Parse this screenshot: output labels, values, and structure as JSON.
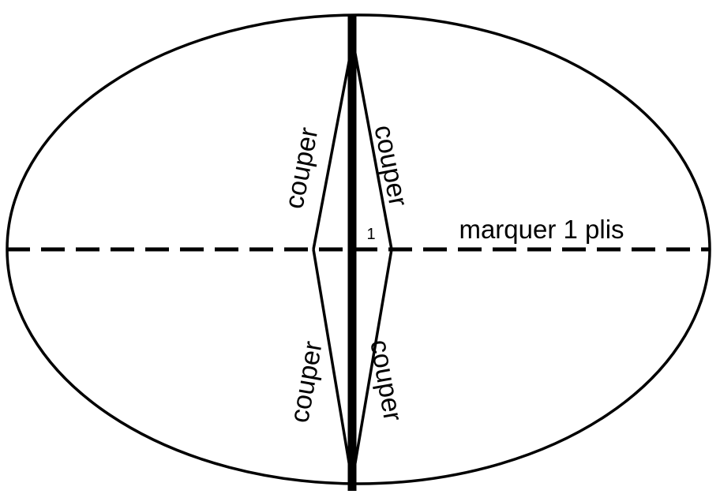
{
  "diagram": {
    "labels": {
      "cut_upper_left": "couper",
      "cut_upper_right": "couper",
      "cut_lower_left": "couper",
      "cut_lower_right": "couper",
      "fold_line": "marquer 1 plis",
      "fold_number": "1"
    },
    "colors": {
      "stroke": "#000000",
      "background": "#ffffff"
    }
  }
}
